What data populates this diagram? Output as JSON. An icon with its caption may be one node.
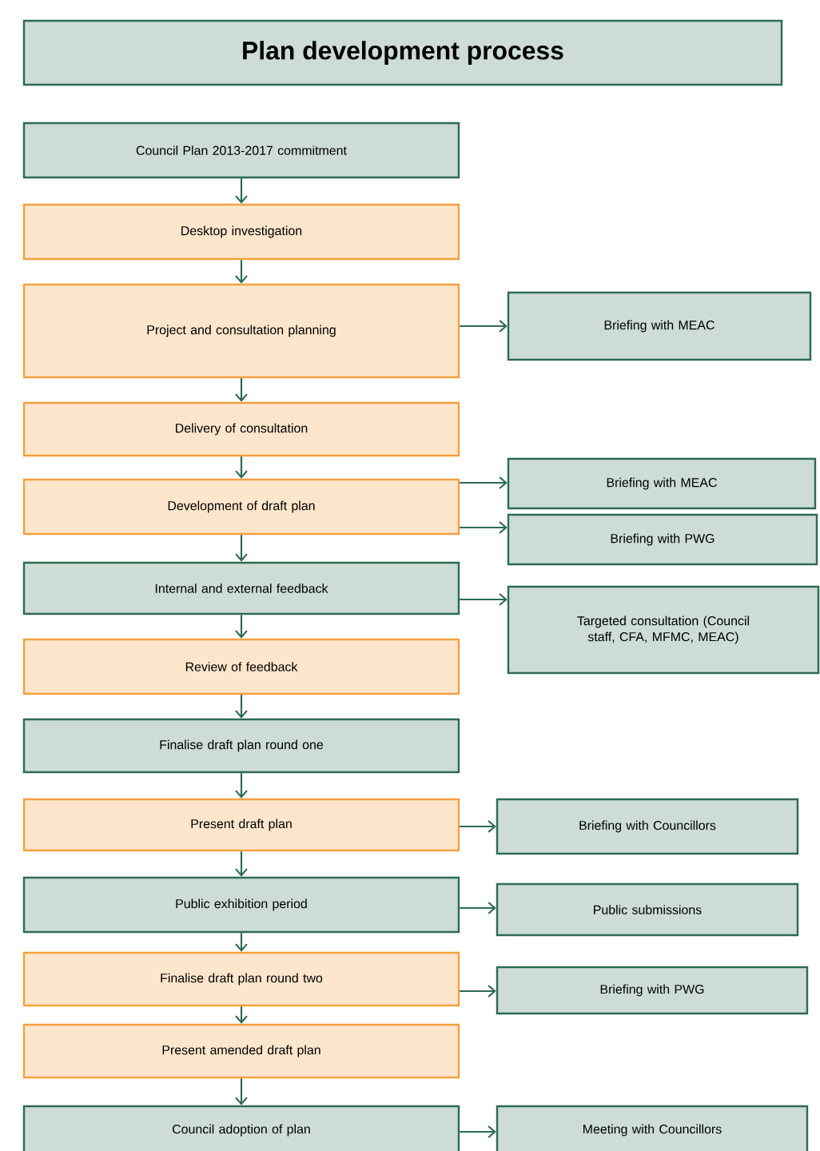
{
  "diagram": {
    "title": "Plan development process",
    "nodes": [
      {
        "text": [
          "Council Plan 2013-2017 commitment"
        ]
      },
      {
        "text": [
          "Desktop investigation"
        ]
      },
      {
        "text": [
          "Project and consultation planning"
        ]
      },
      {
        "text": [
          "Briefing with MEAC"
        ]
      },
      {
        "text": [
          "Delivery of consultation"
        ]
      },
      {
        "text": [
          "Development of draft plan"
        ]
      },
      {
        "text": [
          "Briefing with MEAC"
        ]
      },
      {
        "text": [
          "Briefing with PWG"
        ]
      },
      {
        "text": [
          "Internal and external feedback"
        ]
      },
      {
        "text": [
          "Targeted consultation (Council staff, CFA, MFMC, MEAC)"
        ]
      },
      {
        "text": [
          "Review of feedback"
        ]
      },
      {
        "text": [
          "Finalise draft plan round one"
        ]
      },
      {
        "text": [
          "Present draft plan"
        ]
      },
      {
        "text": [
          "Briefing with Councillors"
        ]
      },
      {
        "text": [
          "Public exhibition period"
        ]
      },
      {
        "text": [
          "Public submissions"
        ]
      },
      {
        "text": [
          "Finalise draft plan round two"
        ]
      },
      {
        "text": [
          "Briefing with PWG"
        ]
      },
      {
        "text": [
          "Present amended draft plan"
        ]
      },
      {
        "text": [
          "Council adoption of plan"
        ]
      },
      {
        "text": [
          "Meeting with Councillors"
        ]
      }
    ],
    "edges": [
      {
        "from": 0,
        "to": 1,
        "arrow": "to"
      },
      {
        "from": 1,
        "to": 2,
        "arrow": "to"
      },
      {
        "from": 2,
        "to": 3,
        "arrow": "to"
      },
      {
        "from": 2,
        "to": 4,
        "arrow": "to"
      },
      {
        "from": 4,
        "to": 5,
        "arrow": "to"
      },
      {
        "from": 5,
        "to": 6,
        "arrow": "to"
      },
      {
        "from": 5,
        "to": 7,
        "arrow": "to"
      },
      {
        "from": 5,
        "to": 8,
        "arrow": "to"
      },
      {
        "from": 8,
        "to": 9,
        "arrow": "to"
      },
      {
        "from": 8,
        "to": 10,
        "arrow": "to"
      },
      {
        "from": 10,
        "to": 11,
        "arrow": "to"
      },
      {
        "from": 11,
        "to": 12,
        "arrow": "to"
      },
      {
        "from": 12,
        "to": 13,
        "arrow": "to"
      },
      {
        "from": 12,
        "to": 14,
        "arrow": "to"
      },
      {
        "from": 14,
        "to": 15,
        "arrow": "to"
      },
      {
        "from": 14,
        "to": 16,
        "arrow": "to"
      },
      {
        "from": 16,
        "to": 17,
        "arrow": "to"
      },
      {
        "from": 16,
        "to": 18,
        "arrow": "to"
      },
      {
        "from": 18,
        "to": 19,
        "arrow": "to"
      },
      {
        "from": 19,
        "to": 20,
        "arrow": "to"
      }
    ]
  }
}
